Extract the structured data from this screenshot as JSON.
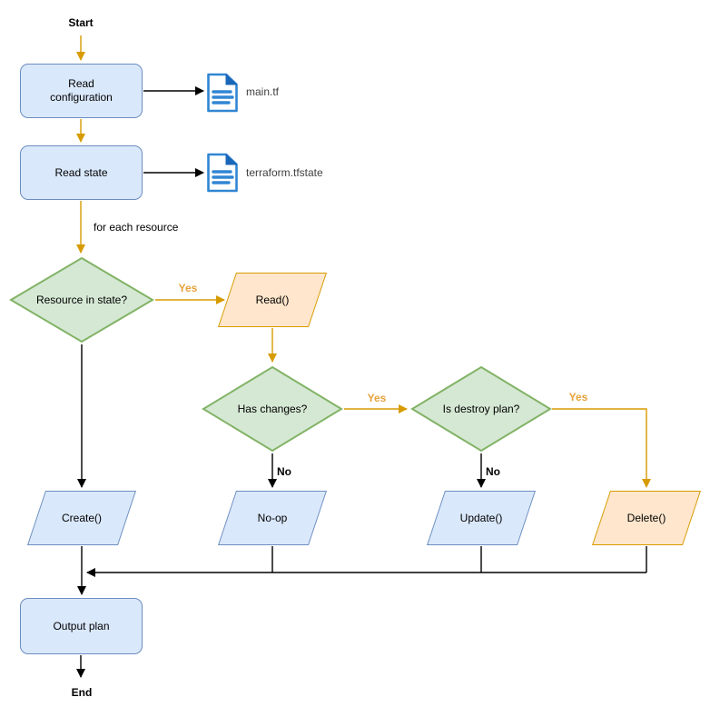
{
  "colors": {
    "blue_fill": "#dae8fc",
    "blue_stroke": "#6c8ebf",
    "green_fill": "#d5e8d4",
    "green_stroke": "#82b366",
    "orange_fill": "#ffe6cc",
    "orange_stroke": "#d79b00",
    "edge_orange": "#d79b00",
    "edge_black": "#000000",
    "yes_label": "#e6a23c",
    "doc_blue": "#3086d3",
    "doc_fold": "#1a66b8",
    "file_label": "#3f3f3f"
  },
  "diagram": {
    "start": "Start",
    "end": "End",
    "process_read_configuration": "Read\nconfiguration",
    "process_read_state": "Read state",
    "process_output_plan": "Output plan",
    "decision_resource_in_state": "Resource in state?",
    "decision_has_changes": "Has changes?",
    "decision_is_destroy_plan": "Is destroy plan?",
    "op_read": "Read()",
    "op_create": "Create()",
    "op_noop": "No-op",
    "op_update": "Update()",
    "op_delete": "Delete()",
    "file_main_tf": "main.tf",
    "file_tfstate": "terraform.tfstate",
    "label_for_each_resource": "for each resource",
    "label_yes": "Yes",
    "label_no": "No"
  }
}
